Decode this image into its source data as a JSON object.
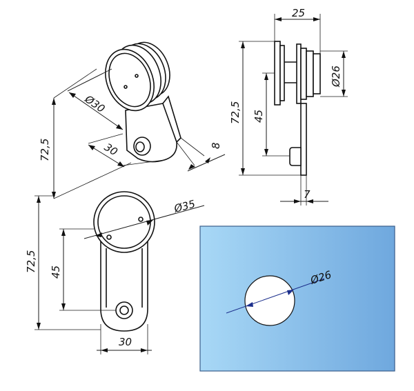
{
  "dimensions": {
    "iso_diameter": "Ø30",
    "iso_height": "72,5",
    "iso_width": "30",
    "iso_thickness": "8",
    "side_width": "25",
    "side_diameter": "Ø26",
    "side_height": "72,5",
    "side_offset": "45",
    "side_thickness": "7",
    "front_diameter": "Ø35",
    "front_height": "72,5",
    "front_offset": "45",
    "front_width": "30",
    "hole_diameter": "Ø26"
  },
  "colors": {
    "glass_left": "#a8d8f6",
    "glass_right": "#6fa8de",
    "glass_border": "#3a5d8a",
    "dim_line_blue": "#1c2f8c",
    "line": "#111111"
  }
}
